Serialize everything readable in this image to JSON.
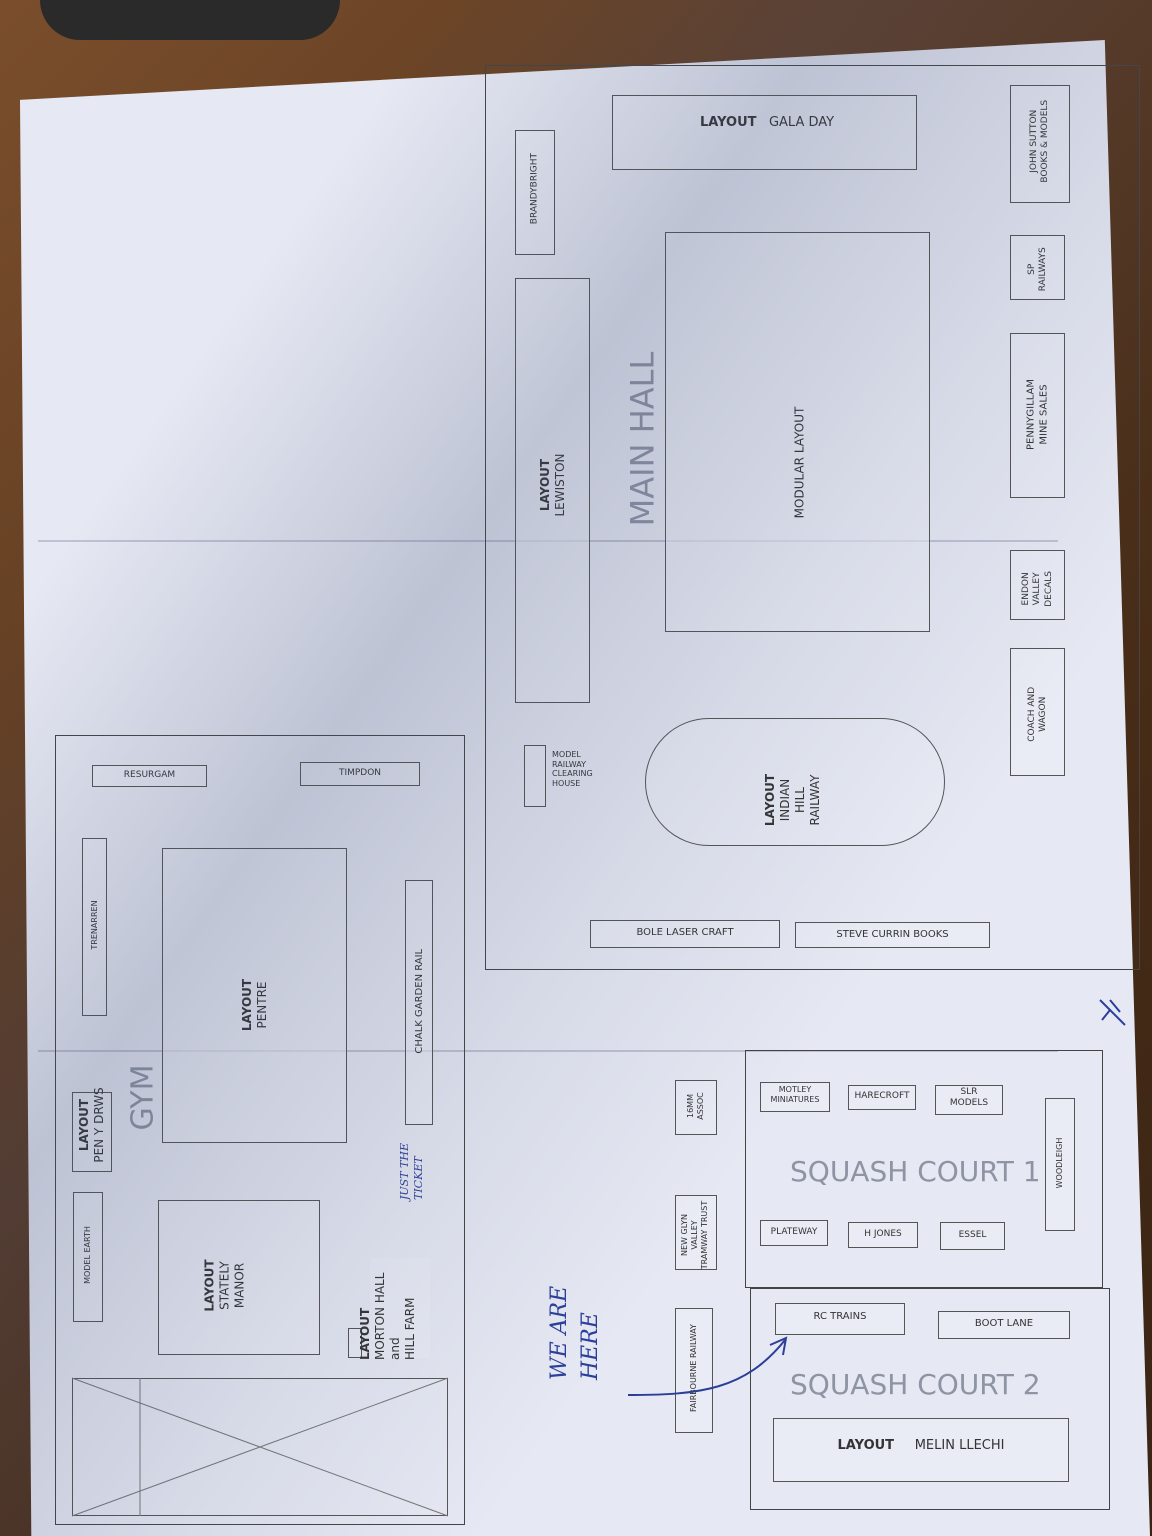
{
  "rooms": {
    "main_hall": "MAIN HALL",
    "gym": "GYM",
    "squash_1": "SQUASH COURT 1",
    "squash_2": "SQUASH COURT 2"
  },
  "main_hall": {
    "layout_gala": {
      "tag": "LAYOUT",
      "name": "GALA DAY"
    },
    "brandybright": "BRANDYBRIGHT",
    "layout_lewiston": {
      "tag": "LAYOUT",
      "name": "LEWISTON"
    },
    "modular": "MODULAR LAYOUT",
    "layout_indian": {
      "tag": "LAYOUT",
      "name1": "INDIAN",
      "name2": "HILL",
      "name3": "RAILWAY"
    },
    "clearing_house": [
      "MODEL",
      "RAILWAY",
      "CLEARING",
      "HOUSE"
    ],
    "john_sutton": [
      "JOHN SUTTON",
      "BOOKS & MODELS"
    ],
    "sp_railways": [
      "SP",
      "RAILWAYS"
    ],
    "pennygillam": [
      "PENNYGILLAM",
      "MINE  SALES"
    ],
    "endon": [
      "ENDON",
      "VALLEY",
      "DECALS"
    ],
    "coach_wagon": [
      "COACH AND",
      "WAGON"
    ],
    "bole": "BOLE LASER CRAFT",
    "steve": "STEVE CURRIN BOOKS"
  },
  "gym": {
    "resurgam": "RESURGAM",
    "timpdon": "TIMPDON",
    "trenarren": "TRENARREN",
    "layout_pentre": {
      "tag": "LAYOUT",
      "name": "PENTRE"
    },
    "chalk": "CHALK GARDEN   RAIL",
    "layout_pen": {
      "tag": "LAYOUT",
      "name": "PEN Y DRWS"
    },
    "model_earth": "MODEL EARTH",
    "layout_stately": {
      "tag": "LAYOUT",
      "name1": "STATELY",
      "name2": "MANOR"
    },
    "layout_morton": {
      "tag": "LAYOUT",
      "name1": "MORTON HALL",
      "name2": "and",
      "name3": "HILL FARM"
    }
  },
  "corridor": {
    "assoc": [
      "16MM",
      "ASSOC"
    ],
    "new_glyn": [
      "NEW GLYN",
      "VALLEY",
      "TRAMWAY TRUST"
    ],
    "fairbourne": "FAIRBOURNE RAILWAY"
  },
  "squash1": {
    "motley": [
      "MOTLEY",
      "MINIATURES"
    ],
    "harecroft": "HARECROFT",
    "slr": [
      "SLR",
      "MODELS"
    ],
    "plateway": "PLATEWAY",
    "hjones": "H JONES",
    "essel": "ESSEL",
    "woodleigh": "WOODLEIGH"
  },
  "squash2": {
    "rc": "RC  TRAINS",
    "boot": "BOOT LANE",
    "layout_melin": {
      "tag": "LAYOUT",
      "name": "MELIN LLECHI"
    }
  },
  "handwriting": {
    "we_are_here": [
      "WE ARE",
      "HERE"
    ],
    "just_ticket": [
      "JUST THE",
      "TICKET"
    ]
  },
  "colors": {
    "paper": "#e6e9f3",
    "ink": "#333333",
    "pen": "#2b3f9a"
  }
}
